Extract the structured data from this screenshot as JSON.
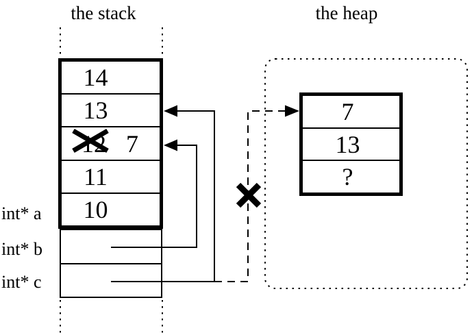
{
  "stack": {
    "title": "the stack",
    "cells": [
      {
        "value": "14"
      },
      {
        "value": "13"
      },
      {
        "value": "12",
        "crossed_out": true,
        "replacement": "7"
      },
      {
        "value": "11"
      },
      {
        "value": "10"
      }
    ],
    "pointers": [
      {
        "label": "int* a"
      },
      {
        "label": "int* b"
      },
      {
        "label": "int* c"
      }
    ]
  },
  "heap": {
    "title": "the heap",
    "cells": [
      {
        "value": "7"
      },
      {
        "value": "13"
      },
      {
        "value": "?"
      }
    ]
  },
  "annotations": {
    "cross_out_icon": "x-cross",
    "invalid_pointer_icon": "x-cross"
  },
  "colors": {
    "ink": "#000000",
    "background": "#ffffff"
  }
}
